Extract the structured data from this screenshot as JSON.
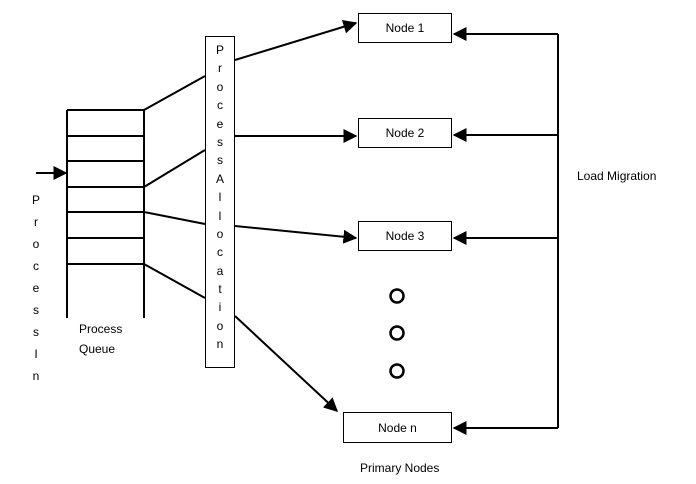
{
  "input_label": [
    "P",
    "r",
    "o",
    "c",
    "e",
    "s",
    "s",
    "I",
    "n"
  ],
  "queue_label_line1": "Process",
  "queue_label_line2": "Queue",
  "allocation_label": [
    "P",
    "r",
    "o",
    "c",
    "e",
    "s",
    "s",
    "A",
    "l",
    "l",
    "o",
    "c",
    "a",
    "t",
    "i",
    "o",
    "n"
  ],
  "nodes": [
    "Node 1",
    "Node 2",
    "Node 3",
    "Node n"
  ],
  "ellipsis_dots": 3,
  "load_migration_label": "Load Migration",
  "primary_nodes_label": "Primary Nodes"
}
